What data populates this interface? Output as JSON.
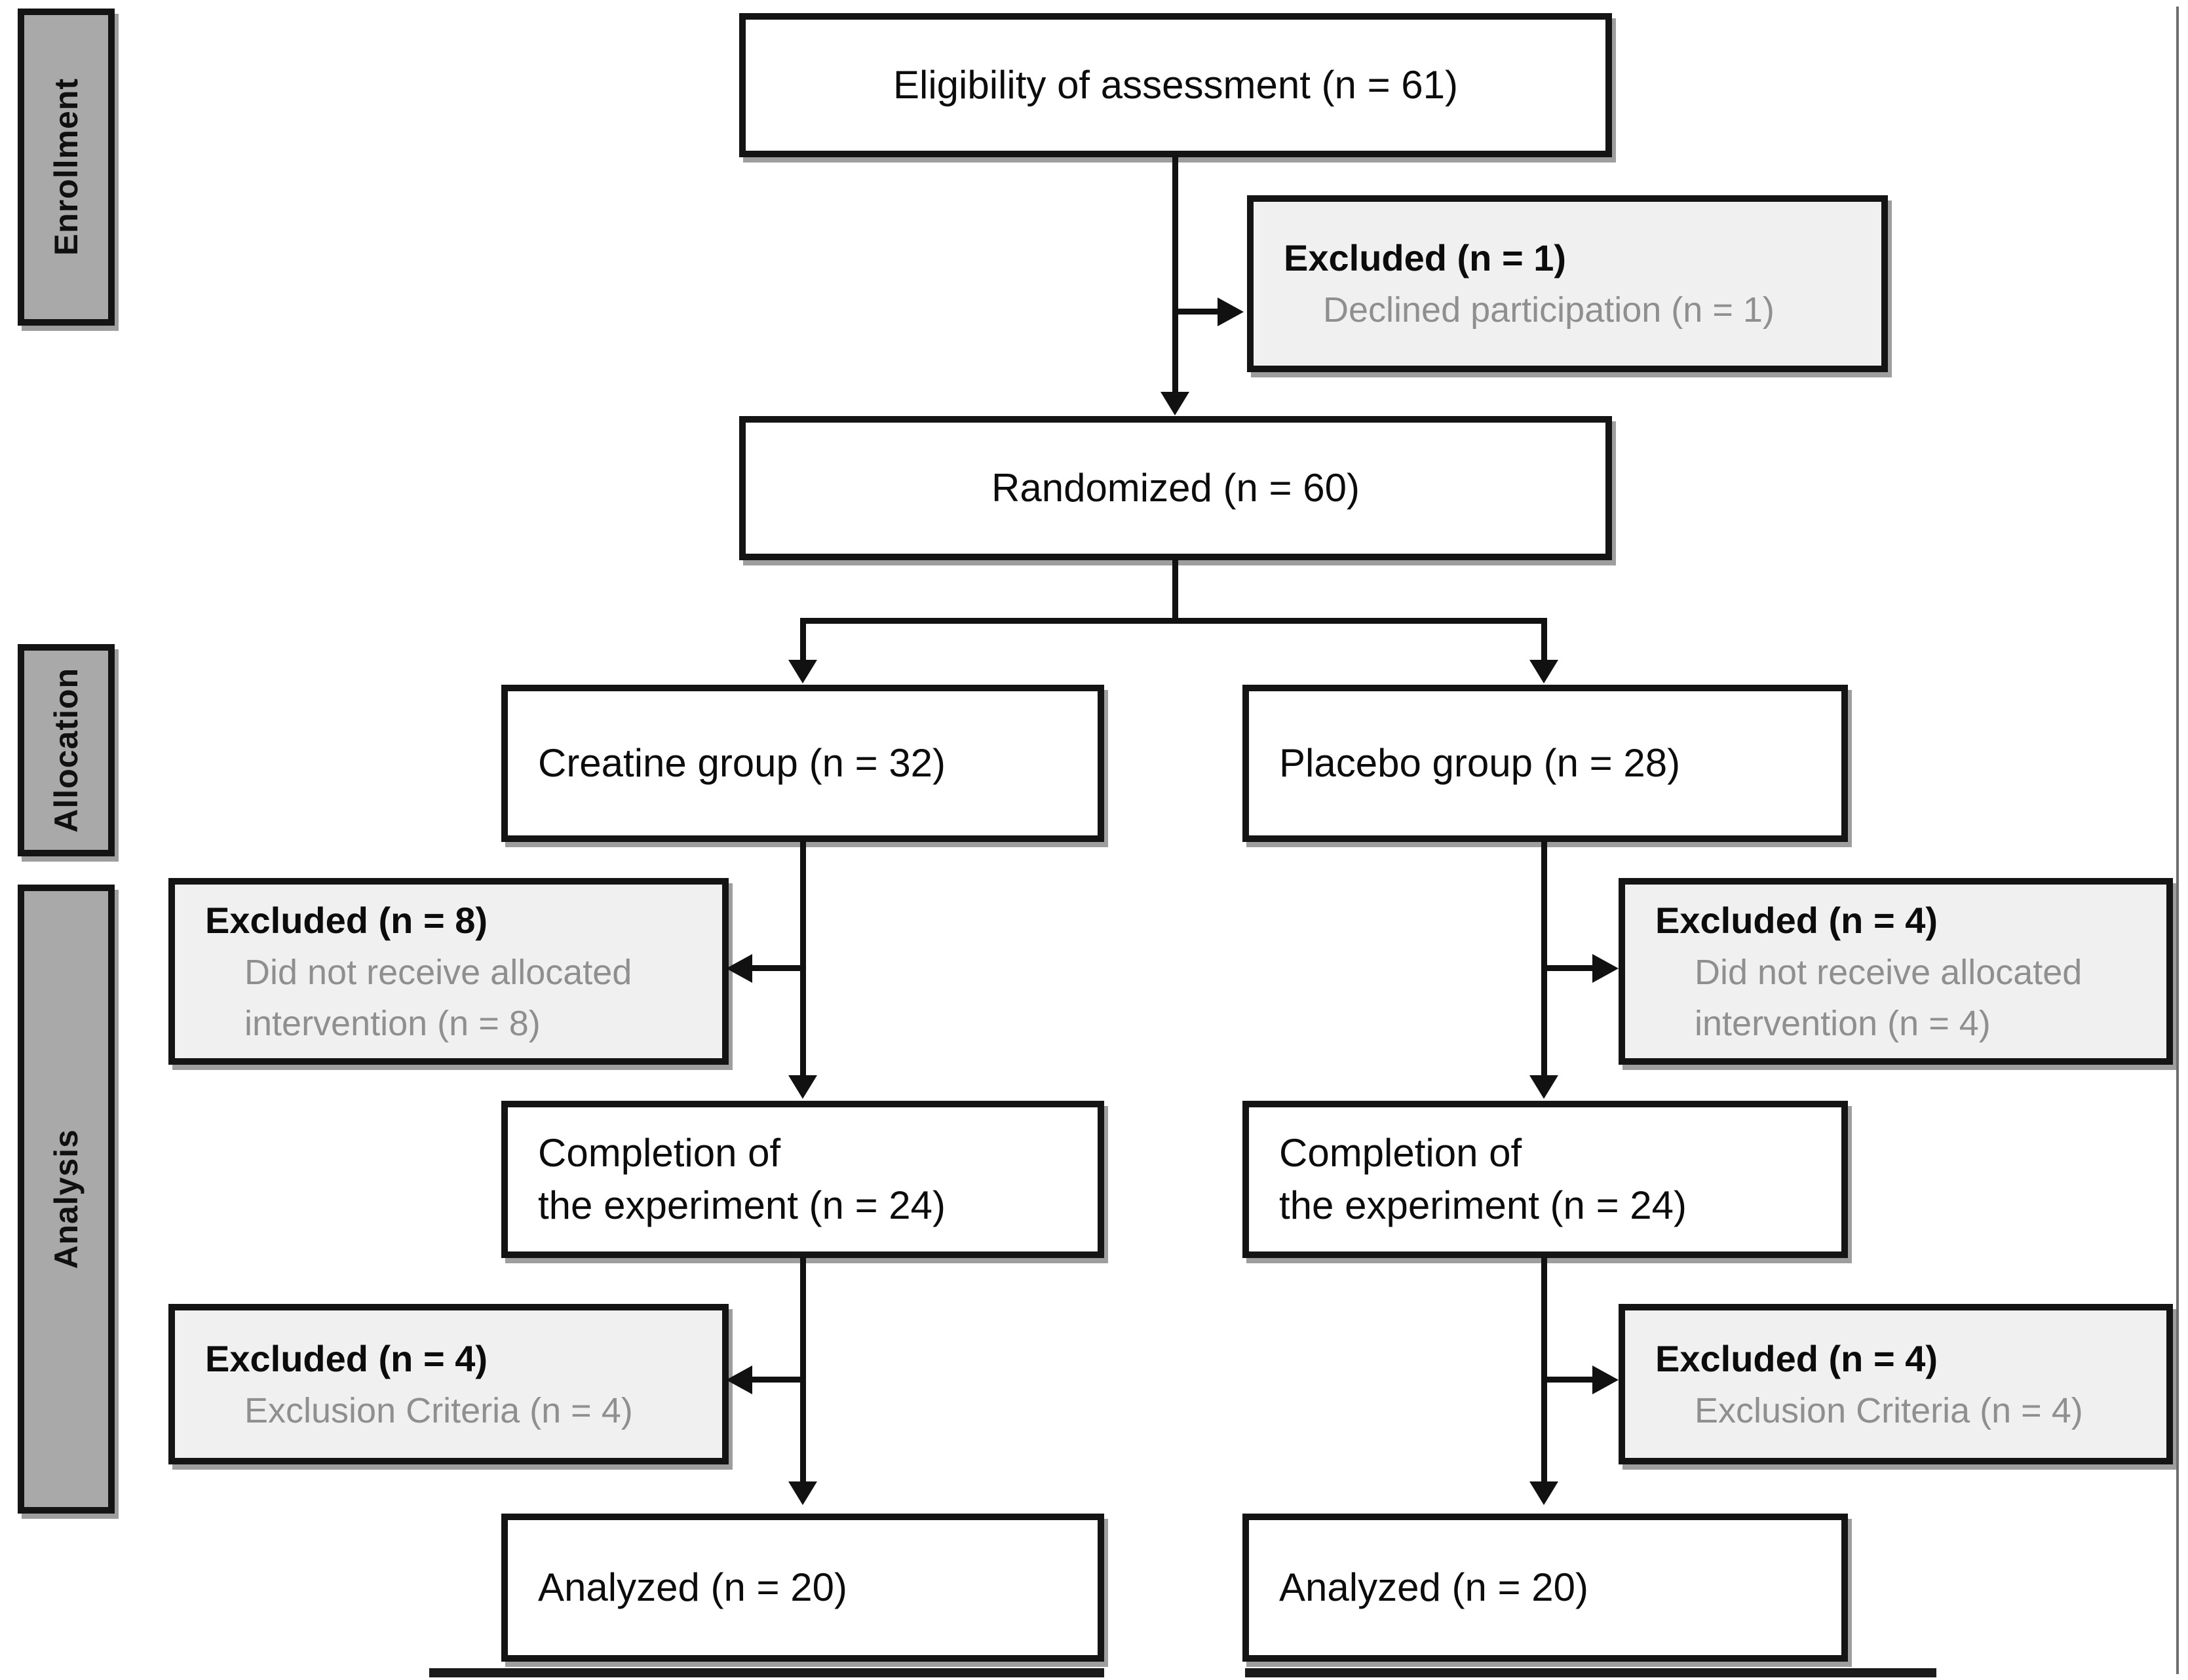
{
  "figure": {
    "stages": [
      "Enrollment",
      "Allocation",
      "Analysis"
    ],
    "nodes": {
      "eligibility": {
        "label": "Eligibility of assessment (n = 61)"
      },
      "enrollment_excluded": {
        "title": "Excluded (n = 1)",
        "reasons": [
          "Declined participation (n = 1)"
        ]
      },
      "randomized": {
        "label": "Randomized (n = 60)"
      },
      "creatine_group": {
        "label": "Creatine group (n = 32)"
      },
      "placebo_group": {
        "label": "Placebo group (n = 28)"
      },
      "creatine_allocation_excluded": {
        "title": "Excluded (n = 8)",
        "reasons": [
          "Did not receive allocated",
          "intervention (n = 8)"
        ]
      },
      "placebo_allocation_excluded": {
        "title": "Excluded (n = 4)",
        "reasons": [
          "Did not receive allocated",
          "intervention (n = 4)"
        ]
      },
      "creatine_completion": {
        "label_lines": [
          "Completion of",
          "the experiment (n = 24)"
        ]
      },
      "placebo_completion": {
        "label_lines": [
          "Completion of",
          "the experiment (n = 24)"
        ]
      },
      "creatine_analysis_excluded": {
        "title": "Excluded (n = 4)",
        "reasons": [
          "Exclusion Criteria (n = 4)"
        ]
      },
      "placebo_analysis_excluded": {
        "title": "Excluded (n = 4)",
        "reasons": [
          "Exclusion Criteria (n = 4)"
        ]
      },
      "creatine_analyzed": {
        "label": "Analyzed (n = 20)"
      },
      "placebo_analyzed": {
        "label": "Analyzed (n = 20)"
      }
    },
    "colors": {
      "box_border": "#141414",
      "excluded_box_bg": "#f0f0f0",
      "stage_label_bg": "#a9a9a9",
      "detail_text": "#8f8f8f",
      "connector": "#111111"
    }
  }
}
